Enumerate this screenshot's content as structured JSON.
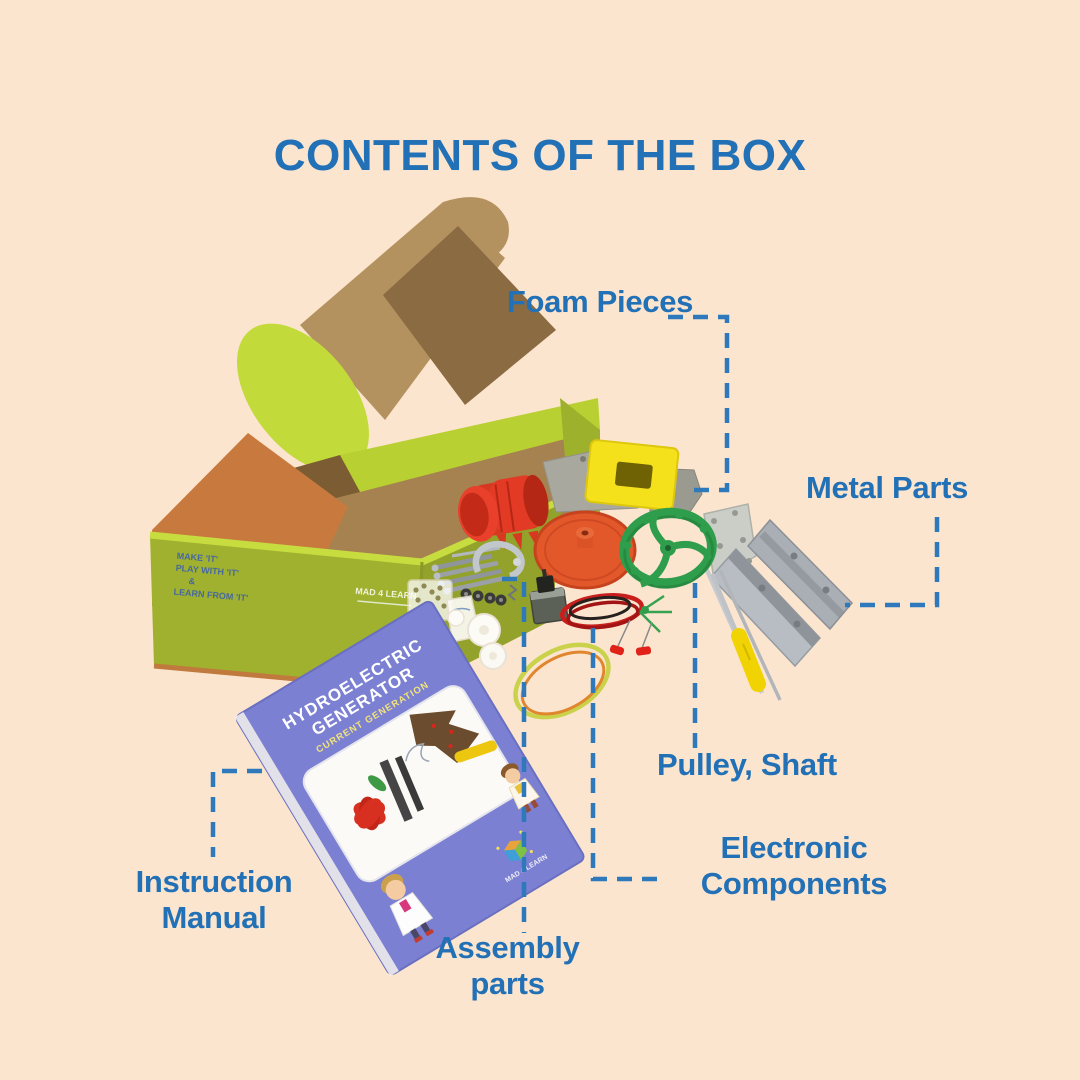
{
  "title": "CONTENTS OF THE BOX",
  "colors": {
    "background": "#fce5cf",
    "title_text": "#2271b6",
    "label_text": "#2271b6",
    "leader_line": "#2e78bc",
    "box_green": "#a0b02f",
    "box_lime": "#c3da3b",
    "box_orange_flap": "#c87a3e",
    "cardboard": "#b3925f",
    "manual_purple": "#7b80d2",
    "pulley_orange": "#e2582b",
    "wheel_green": "#2f9e4c",
    "foam_yellow": "#f4e11b",
    "foam_gray": "#a9a89f"
  },
  "labels": {
    "foam_pieces": "Foam Pieces",
    "metal_parts": "Metal Parts",
    "pulley_shaft": "Pulley, Shaft",
    "electronic_components": "Electronic Components",
    "instruction_manual": "Instruction Manual",
    "assembly_parts": "Assembly parts"
  },
  "box": {
    "front_text_lines": [
      "MAKE 'IT'",
      "PLAY WITH 'IT'",
      "&",
      "LEARN FROM 'IT'"
    ],
    "brand_text": "MAD 4 LEARN"
  },
  "manual": {
    "title_line1": "HYDROELECTRIC",
    "title_line2": "GENERATOR",
    "subtitle": "CURRENT GENERATION",
    "logo_text": "MAD 4 LEARN"
  }
}
